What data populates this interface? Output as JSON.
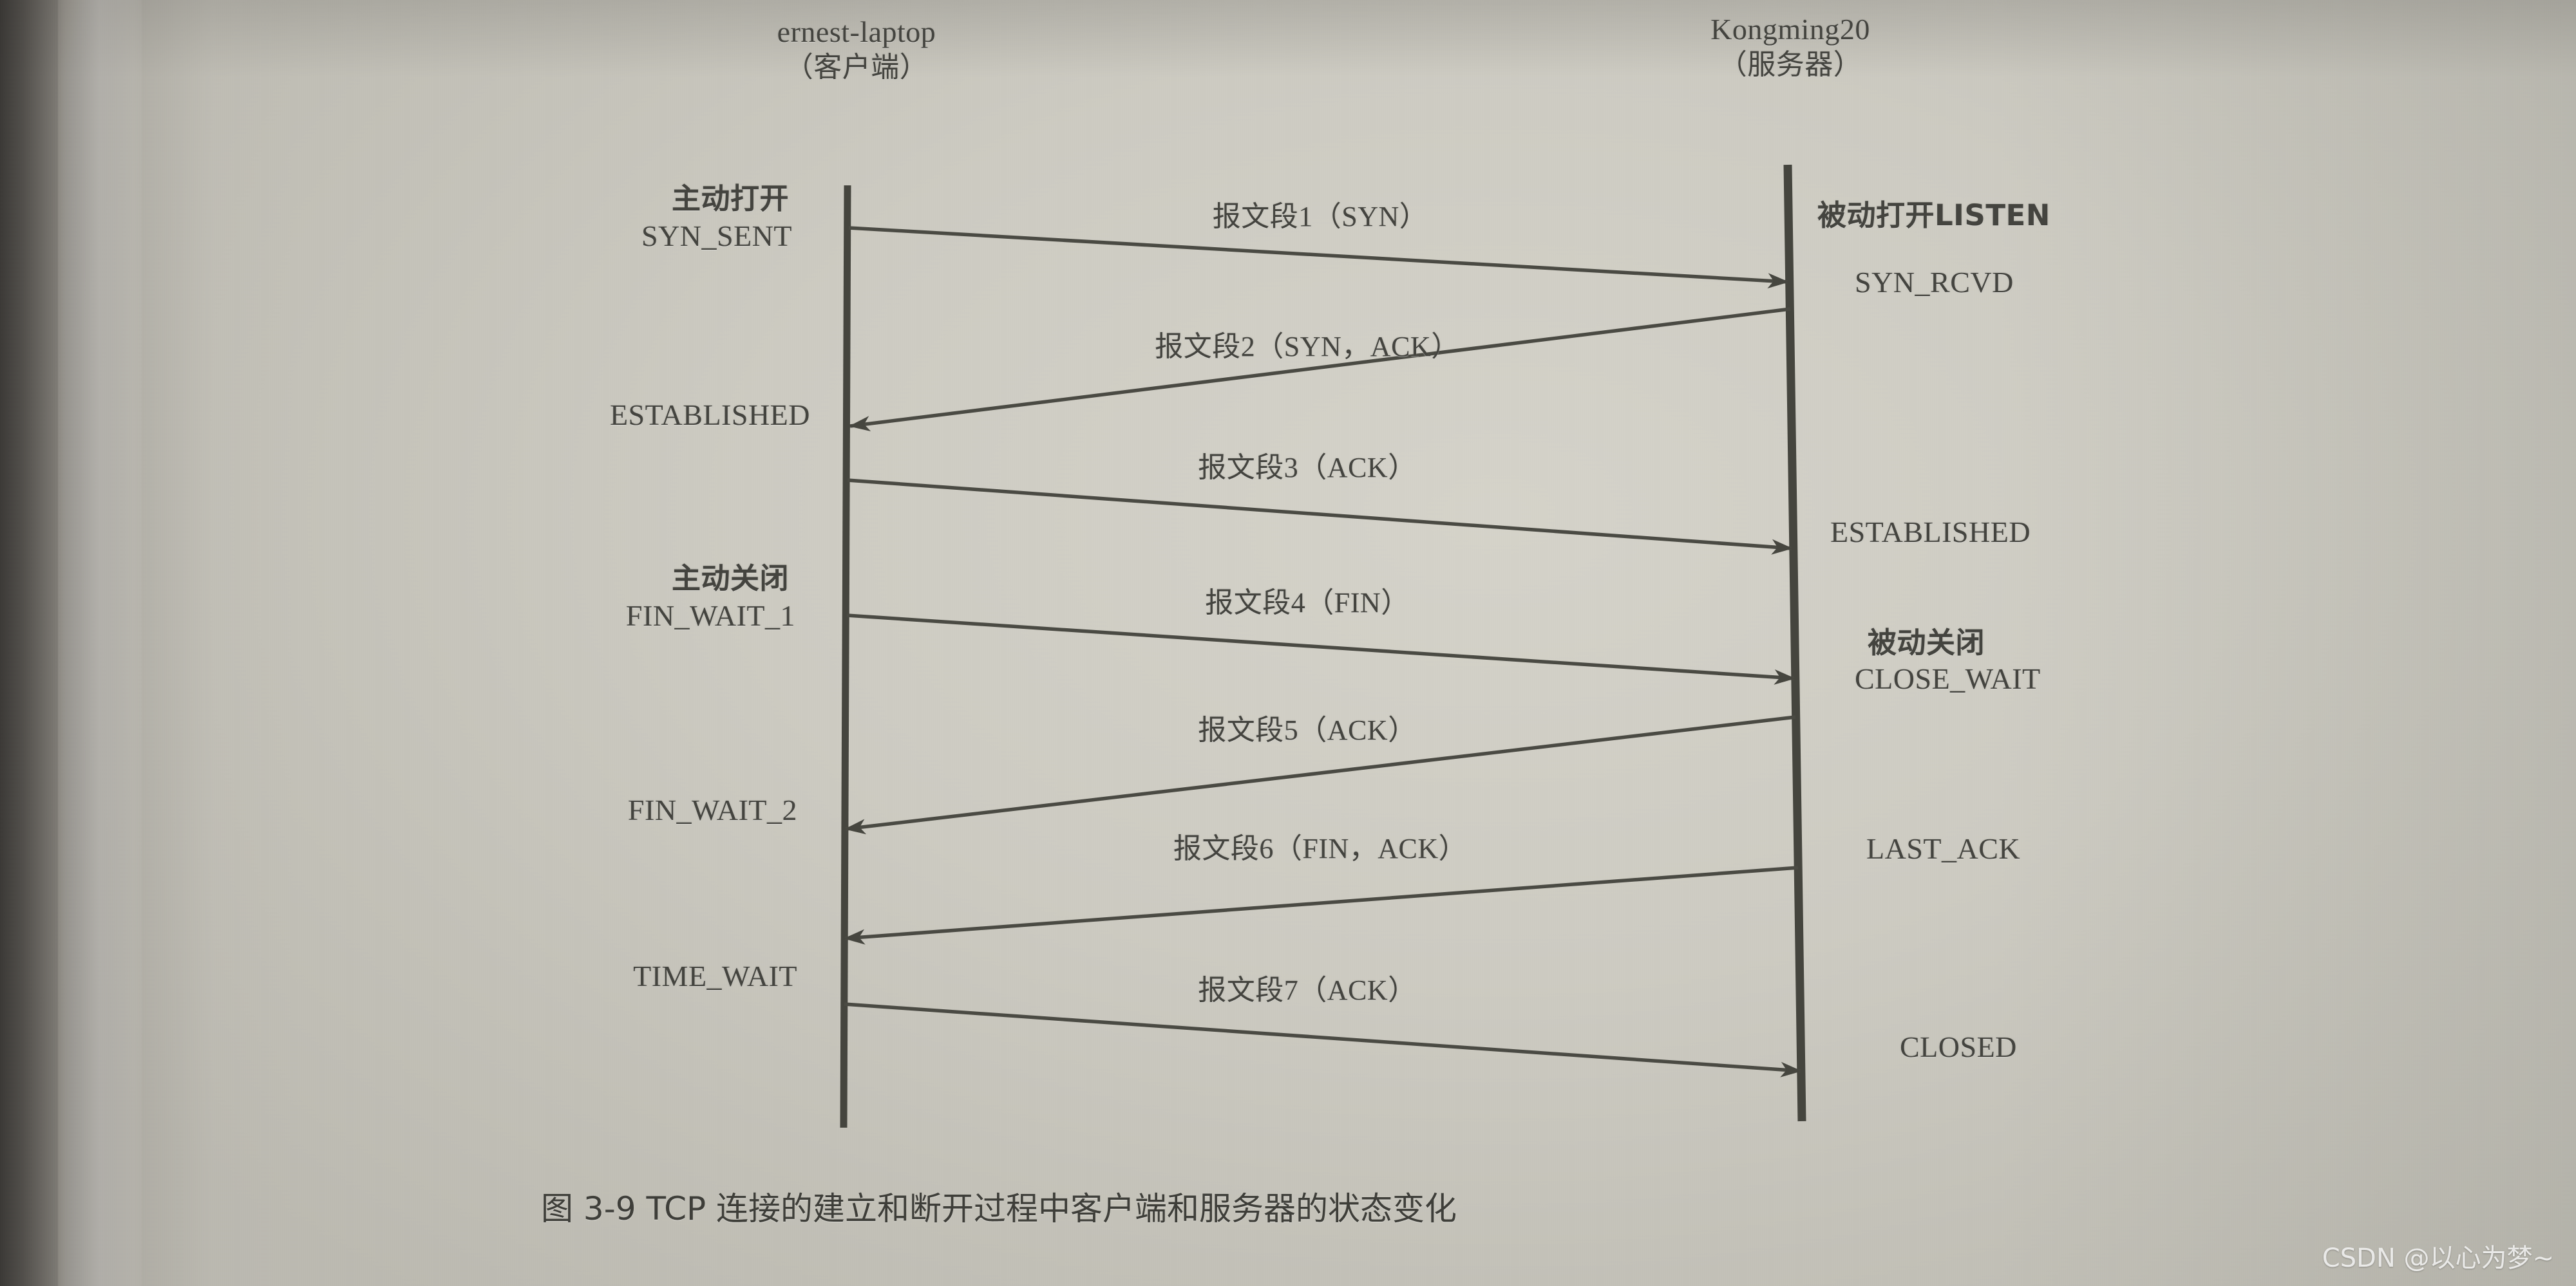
{
  "figure": {
    "caption": "图 3-9  TCP 连接的建立和断开过程中客户端和服务器的状态变化",
    "type": "sequence-diagram",
    "ink_color": "#44443f",
    "paper_color": "#cdcbc2"
  },
  "lifelines": {
    "client": {
      "host": "ernest-laptop",
      "role": "（客户端）"
    },
    "server": {
      "host": "Kongming20",
      "role": "（服务器）"
    }
  },
  "client_states": [
    {
      "cn": "主动打开",
      "en": "SYN_SENT"
    },
    {
      "cn": "",
      "en": "ESTABLISHED"
    },
    {
      "cn": "主动关闭",
      "en": "FIN_WAIT_1"
    },
    {
      "cn": "",
      "en": "FIN_WAIT_2"
    },
    {
      "cn": "",
      "en": "TIME_WAIT"
    }
  ],
  "server_states": [
    {
      "cn": "被动打开LISTEN",
      "en": "SYN_RCVD"
    },
    {
      "cn": "",
      "en": "ESTABLISHED"
    },
    {
      "cn": "被动关闭",
      "en": "CLOSE_WAIT"
    },
    {
      "cn": "",
      "en": "LAST_ACK"
    },
    {
      "cn": "",
      "en": "CLOSED"
    }
  ],
  "messages": [
    {
      "n": 1,
      "label": "报文段1（SYN）",
      "direction": "client-to-server"
    },
    {
      "n": 2,
      "label": "报文段2（SYN，ACK）",
      "direction": "server-to-client"
    },
    {
      "n": 3,
      "label": "报文段3（ACK）",
      "direction": "client-to-server"
    },
    {
      "n": 4,
      "label": "报文段4（FIN）",
      "direction": "client-to-server"
    },
    {
      "n": 5,
      "label": "报文段5（ACK）",
      "direction": "server-to-client"
    },
    {
      "n": 6,
      "label": "报文段6（FIN，ACK）",
      "direction": "server-to-client"
    },
    {
      "n": 7,
      "label": "报文段7（ACK）",
      "direction": "client-to-server"
    }
  ],
  "watermark": "CSDN @以心为梦~"
}
